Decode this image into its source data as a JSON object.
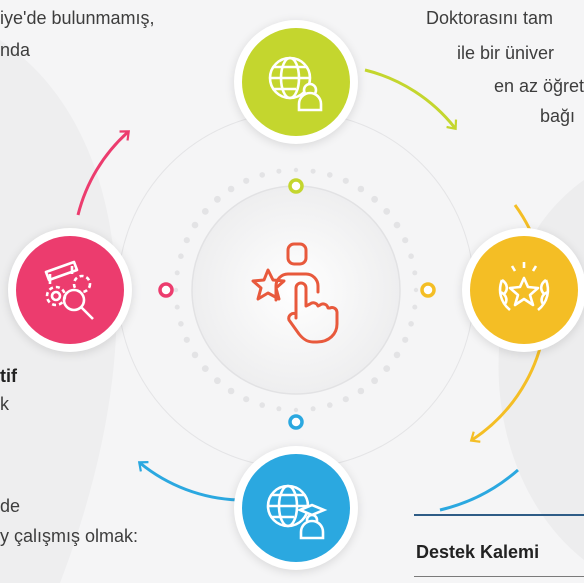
{
  "colors": {
    "green": "#c4d62e",
    "yellow": "#f4be25",
    "blue": "#2ba8e0",
    "pink": "#ec3c6e",
    "orange_icon": "#e8593c",
    "rule": "#2e5c86"
  },
  "text": {
    "top_left_line1": "iye'de bulunmamış,",
    "top_left_line2": "nda",
    "top_right_line1": "Doktorasını tam",
    "top_right_line2": "ile bir üniver",
    "top_right_line3": "en az öğret",
    "top_right_line4": "bağı",
    "left_bold": "tif",
    "left_line": "k",
    "bottom_left_line1": "de",
    "bottom_left_line2": "y çalışmış olmak:",
    "support_heading": "Destek Kalemi"
  },
  "icons": {
    "top": "globe-person-icon",
    "right": "laurel-star-icon",
    "bottom": "globe-graduate-icon",
    "left": "gears-magnifier-icon",
    "center": "person-star-hand-icon"
  }
}
